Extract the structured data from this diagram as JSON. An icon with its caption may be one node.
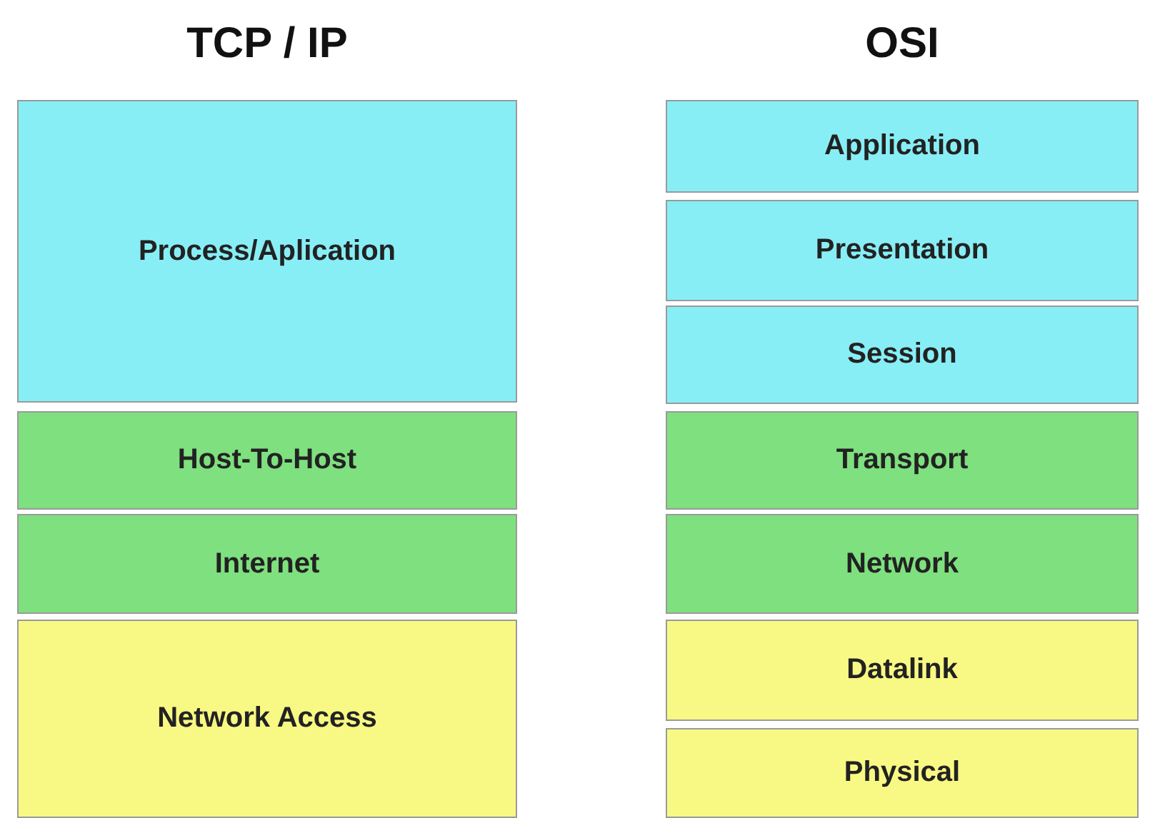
{
  "diagram": {
    "nodes": [
      {
        "text": [
          "Process/Aplication"
        ]
      },
      {
        "text": [
          "Host-To-Host"
        ]
      },
      {
        "text": [
          "Internet"
        ]
      },
      {
        "text": [
          "Network Access"
        ]
      },
      {
        "text": [
          "Application"
        ]
      },
      {
        "text": [
          "Presentation"
        ]
      },
      {
        "text": [
          "Session"
        ]
      },
      {
        "text": [
          "Transport"
        ]
      },
      {
        "text": [
          "Network"
        ]
      },
      {
        "text": [
          "Datalink"
        ]
      },
      {
        "text": [
          "Physical"
        ]
      }
    ],
    "edges": [],
    "labels": [
      "TCP / IP",
      "OSI"
    ]
  }
}
